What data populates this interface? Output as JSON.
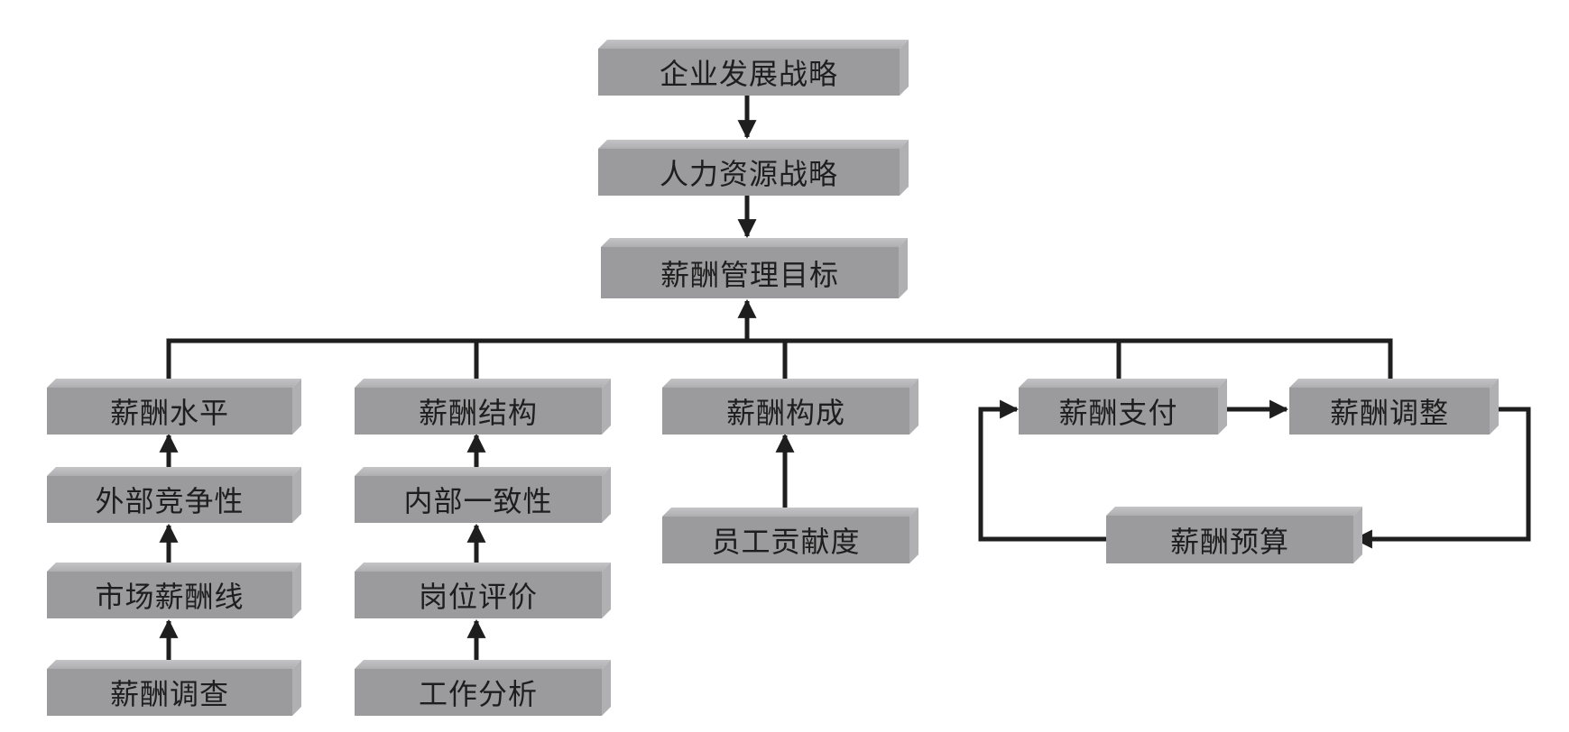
{
  "diagram": {
    "colors": {
      "box_face": "#9b9b9d",
      "box_top": "#bcbcbe",
      "box_side": "#b0b0b2",
      "line": "#1e1e1e",
      "text": "#1e1e1e"
    },
    "nodes": {
      "enterprise_strategy": "企业发展战略",
      "hr_strategy": "人力资源战略",
      "comp_goal": "薪酬管理目标",
      "comp_level": "薪酬水平",
      "external_competitiveness": "外部竞争性",
      "market_pay_line": "市场薪酬线",
      "pay_survey": "薪酬调查",
      "comp_structure": "薪酬结构",
      "internal_consistency": "内部一致性",
      "job_evaluation": "岗位评价",
      "job_analysis": "工作分析",
      "comp_composition": "薪酬构成",
      "employee_contribution": "员工贡献度",
      "comp_payment": "薪酬支付",
      "comp_adjustment": "薪酬调整",
      "comp_budget": "薪酬预算"
    },
    "edges": [
      {
        "from": "enterprise_strategy",
        "to": "hr_strategy"
      },
      {
        "from": "hr_strategy",
        "to": "comp_goal"
      },
      {
        "from": "comp_level",
        "to": "comp_goal"
      },
      {
        "from": "comp_structure",
        "to": "comp_goal"
      },
      {
        "from": "comp_composition",
        "to": "comp_goal"
      },
      {
        "from": "comp_payment",
        "to": "comp_goal"
      },
      {
        "from": "comp_adjustment",
        "to": "comp_goal"
      },
      {
        "from": "external_competitiveness",
        "to": "comp_level"
      },
      {
        "from": "market_pay_line",
        "to": "external_competitiveness"
      },
      {
        "from": "pay_survey",
        "to": "market_pay_line"
      },
      {
        "from": "internal_consistency",
        "to": "comp_structure"
      },
      {
        "from": "job_evaluation",
        "to": "internal_consistency"
      },
      {
        "from": "job_analysis",
        "to": "job_evaluation"
      },
      {
        "from": "employee_contribution",
        "to": "comp_composition"
      },
      {
        "from": "comp_payment",
        "to": "comp_adjustment"
      },
      {
        "from": "comp_adjustment",
        "to": "comp_budget"
      },
      {
        "from": "comp_budget",
        "to": "comp_payment"
      }
    ]
  }
}
